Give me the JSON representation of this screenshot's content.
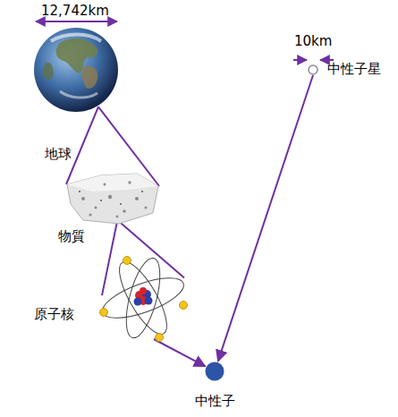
{
  "diagram": {
    "nodes": [
      {
        "text": [
          "地球"
        ]
      },
      {
        "text": [
          "中性子星"
        ]
      },
      {
        "text": [
          "物質"
        ]
      },
      {
        "text": [
          "原子核"
        ]
      },
      {
        "text": [
          "中性子"
        ]
      }
    ],
    "edges": [
      {
        "from": 0,
        "to": 2,
        "arrow": "none"
      },
      {
        "from": 2,
        "to": 3,
        "arrow": "none"
      },
      {
        "from": 3,
        "to": 4,
        "arrow": "to"
      },
      {
        "from": 1,
        "to": 4,
        "arrow": "to"
      }
    ],
    "labels": [
      "12,742km",
      "10km"
    ]
  }
}
